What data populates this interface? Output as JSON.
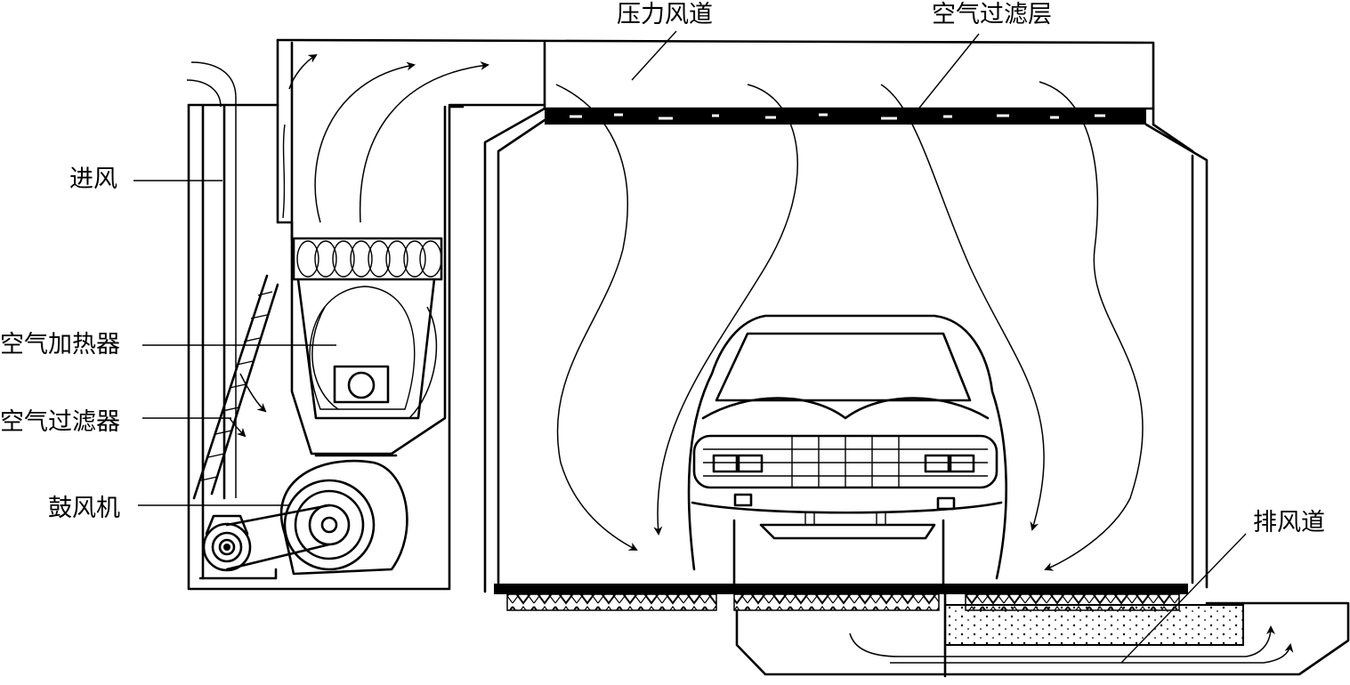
{
  "labels": {
    "inlet": "进风",
    "air_heater": "空气加热器",
    "air_filter": "空气过滤器",
    "blower": "鼓风机",
    "pressure_duct": "压力风道",
    "air_filter_layer": "空气过滤层",
    "exhaust_duct": "排风道"
  }
}
